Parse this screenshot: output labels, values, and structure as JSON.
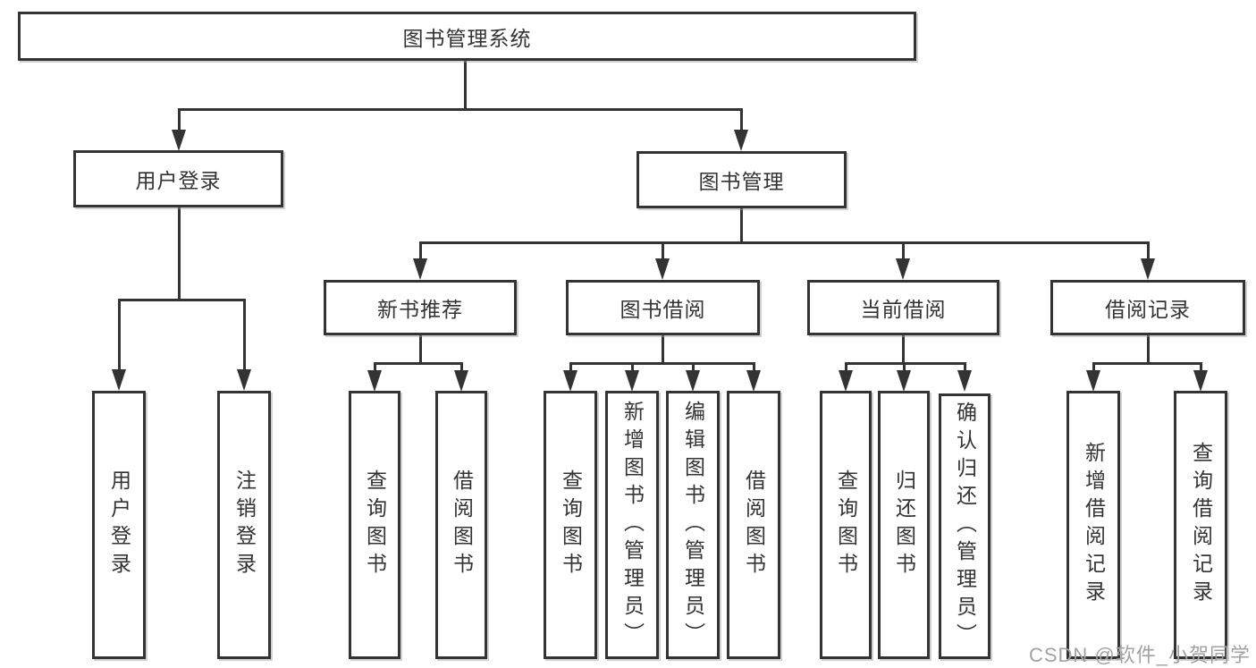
{
  "diagram": {
    "title_node": {
      "label": "图书管理系统"
    },
    "level2": [
      {
        "id": "user-login",
        "label": "用户登录"
      },
      {
        "id": "book-management",
        "label": "图书管理"
      }
    ],
    "level3": [
      {
        "id": "new-book-recommend",
        "label": "新书推荐"
      },
      {
        "id": "book-borrow",
        "label": "图书借阅"
      },
      {
        "id": "current-borrow",
        "label": "当前借阅"
      },
      {
        "id": "borrow-records",
        "label": "借阅记录"
      }
    ],
    "leaves": {
      "user_login": [
        "用户登录",
        "注销登录"
      ],
      "new_books": [
        "查询图书",
        "借阅图书"
      ],
      "book_borrow": [
        "查询图书",
        "新增图书（管理员）",
        "编辑图书（管理员）",
        "借阅图书"
      ],
      "current_borrow": [
        "查询图书",
        "归还图书",
        "确认归还（管理员）"
      ],
      "borrow_records": [
        "新增借阅记录",
        "查询借阅记录"
      ]
    }
  },
  "watermark": {
    "text": "CSDN @软件_小贺同学",
    "color": "#a2a2a2"
  },
  "colors": {
    "line": "#333333",
    "box_border": "#333333",
    "text": "#333333",
    "background": "#ffffff",
    "watermark": "#a2a2a2"
  }
}
